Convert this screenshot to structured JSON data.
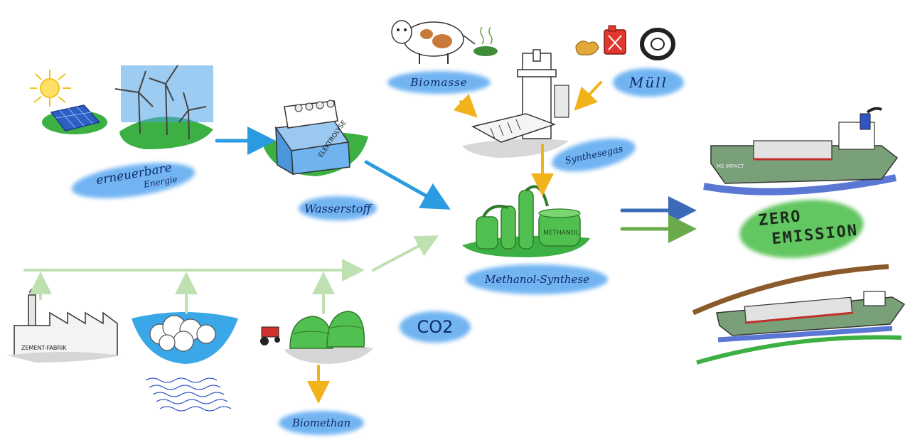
{
  "labels": {
    "renewable_energy": {
      "line1": "erneuerbare",
      "line2": "Energie"
    },
    "hydrogen": "Wasserstoff",
    "biomass": "Biomasse",
    "waste": "Müll",
    "syngas": "Synthesegas",
    "methanol_synthesis": "Methanol-Synthese",
    "co2": "CO2",
    "biomethane": "Biomethan",
    "zero_emission": {
      "line1": "ZERO",
      "line2": "EMISSION"
    }
  },
  "signs": {
    "electrolysis_building": "ELEKTROLYSE",
    "methanol_tank": "METHANOL",
    "cement_factory": "ZEMENT-FABRIK",
    "ship": "MS IMPACT"
  },
  "colors": {
    "label_highlight": "#5aa8f0",
    "label_text": "#102a6b",
    "arrow_blue": "#2a9be0",
    "arrow_orange": "#f2b21c",
    "arrow_light_green": "#bfe0b0",
    "arrow_dark_blue": "#3b6bb8",
    "arrow_green": "#6aaa4a",
    "zero_emission_green": "#52c050",
    "grass_green": "#3cb043",
    "water_blue": "#2f55c8"
  }
}
